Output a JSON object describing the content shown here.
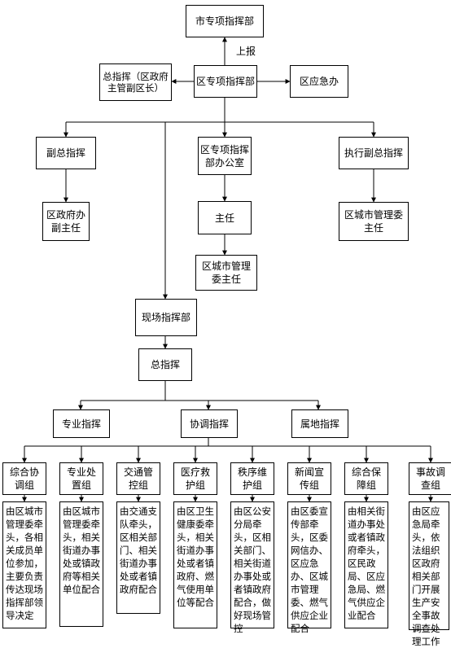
{
  "org": {
    "city_hq": "市专项指挥部",
    "report_label": "上报",
    "chief_commander": "总指挥（区政府主管副区长）",
    "district_hq": "区专项指挥部",
    "emergency_office": "区应急办",
    "deputy_commander": "副总指挥",
    "deputy_commander_who": "区政府办副主任",
    "hq_office": "区专项指挥部办公室",
    "director": "主任",
    "director_who": "区城市管理委主任",
    "exec_deputy": "执行副总指挥",
    "exec_deputy_who": "区城市管理委主任",
    "field_hq": "现场指挥部",
    "field_commander": "总指挥",
    "professional": "专业指挥",
    "coordination": "协调指挥",
    "local": "属地指挥"
  },
  "groups": [
    {
      "name": "综合协调组",
      "duty": "由区城市管理委牵头，各相关成员单位参加，主要负责传达现场指挥部领导决定"
    },
    {
      "name": "专业处置组",
      "duty": "由区城市管理委牵头，相关街道办事处或镇政府等相关单位配合"
    },
    {
      "name": "交通管控组",
      "duty": "由交通支队牵头，区相关部门、相关街道办事处或者镇政府配合"
    },
    {
      "name": "医疗救护组",
      "duty": "由区卫生健康委牵头，相关街道办事处或者镇政府、燃气使用单位等配合"
    },
    {
      "name": "秩序维护组",
      "duty": "由区公安分局牵头，区相关部门、相关街道办事处或者镇政府配合，做好现场管控"
    },
    {
      "name": "新闻宣传组",
      "duty": "由区委宣传部牵头，区委网信办、区应急办、区城市管理委、燃气供应企业配合"
    },
    {
      "name": "综合保障组",
      "duty": "由相关街道办事处或者镇政府牵头，区民政局、区应急局、燃气供应企业配合"
    },
    {
      "name": "事故调查组",
      "duty": "由区应急局牵头，依法组织区政府相关部门开展生产安全事故调查处理工作"
    }
  ]
}
